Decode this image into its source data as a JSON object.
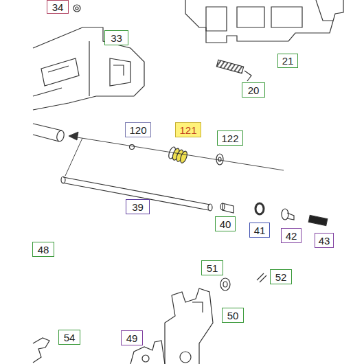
{
  "diagram": {
    "nodes": [
      {
        "text": [
          "34"
        ]
      },
      {
        "text": [
          "21"
        ]
      },
      {
        "text": [
          "33"
        ]
      },
      {
        "text": [
          "20"
        ]
      },
      {
        "text": [
          "120"
        ]
      },
      {
        "text": [
          "121"
        ]
      },
      {
        "text": [
          "122"
        ]
      },
      {
        "text": [
          "39"
        ]
      },
      {
        "text": [
          "40"
        ]
      },
      {
        "text": [
          "41"
        ]
      },
      {
        "text": [
          "42"
        ]
      },
      {
        "text": [
          "43"
        ]
      },
      {
        "text": [
          "48"
        ]
      },
      {
        "text": [
          "51"
        ]
      },
      {
        "text": [
          "52"
        ]
      },
      {
        "text": [
          "50"
        ]
      },
      {
        "text": [
          "54"
        ]
      },
      {
        "text": [
          "49"
        ]
      }
    ]
  }
}
